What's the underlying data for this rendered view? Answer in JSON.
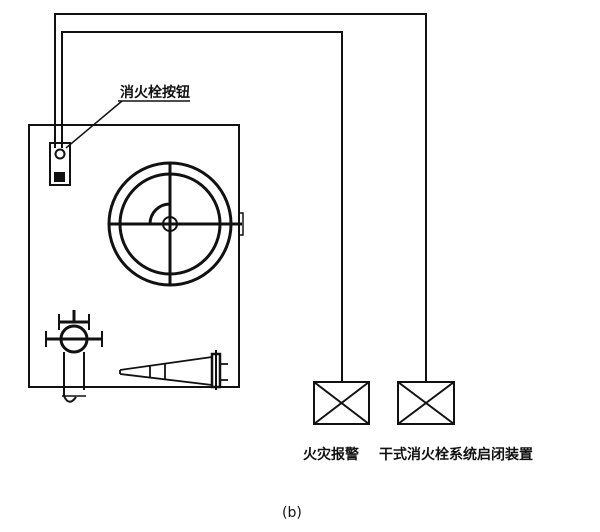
{
  "labels": {
    "button": "消火栓按钮",
    "alarm": "火灾报警",
    "device": "干式消火栓系统启闭装置",
    "caption": "(b)"
  }
}
